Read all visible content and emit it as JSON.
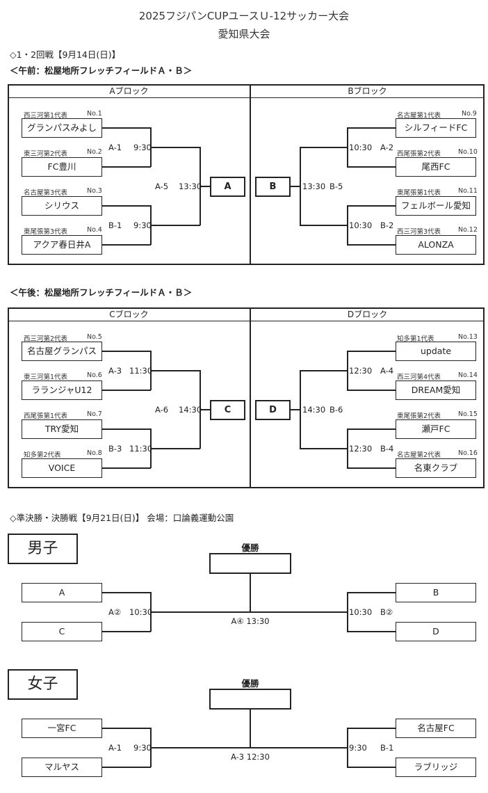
{
  "header": {
    "title": "2025フジパンCUPユースＵ-12サッカー大会",
    "subtitle": "愛知県大会"
  },
  "round1": {
    "heading": "◇1・2回戦【9月14日(日)】",
    "morning_venue": "＜午前：松屋地所フレッチフィールドＡ・Ｂ＞",
    "afternoon_venue": "＜午後：松屋地所フレッチフィールドＡ・Ｂ＞"
  },
  "blocks": {
    "A": {
      "label": "Aブロック",
      "teams": [
        {
          "rep": "西三河第1代表",
          "no": "No.1",
          "name": "グランパスみよし"
        },
        {
          "rep": "東三河第2代表",
          "no": "No.2",
          "name": "FC豊川"
        },
        {
          "rep": "名古屋第3代表",
          "no": "No.3",
          "name": "シリウス"
        },
        {
          "rep": "東尾張第3代表",
          "no": "No.4",
          "name": "アクア春日井A"
        }
      ],
      "m1": {
        "code": "A-1",
        "time": "9:30"
      },
      "m2": {
        "code": "B-1",
        "time": "9:30"
      },
      "final": {
        "code": "A-5",
        "time": "13:30"
      },
      "winner": "A"
    },
    "B": {
      "label": "Bブロック",
      "teams": [
        {
          "rep": "名古屋第1代表",
          "no": "No.9",
          "name": "シルフィードFC"
        },
        {
          "rep": "西尾張第2代表",
          "no": "No.10",
          "name": "尾西FC"
        },
        {
          "rep": "東尾張第1代表",
          "no": "No.11",
          "name": "フェルボール愛知"
        },
        {
          "rep": "西三河第3代表",
          "no": "No.12",
          "name": "ALONZA"
        }
      ],
      "m1": {
        "code": "A-2",
        "time": "10:30"
      },
      "m2": {
        "code": "B-2",
        "time": "10:30"
      },
      "final": {
        "code": "B-5",
        "time": "13:30"
      },
      "winner": "B"
    },
    "C": {
      "label": "Cブロック",
      "teams": [
        {
          "rep": "西三河第2代表",
          "no": "No.5",
          "name": "名古屋グランパス"
        },
        {
          "rep": "東三河第1代表",
          "no": "No.6",
          "name": "ラランジャU12"
        },
        {
          "rep": "西尾張第1代表",
          "no": "No.7",
          "name": "TRY愛知"
        },
        {
          "rep": "知多第2代表",
          "no": "No.8",
          "name": "VOICE"
        }
      ],
      "m1": {
        "code": "A-3",
        "time": "11:30"
      },
      "m2": {
        "code": "B-3",
        "time": "11:30"
      },
      "final": {
        "code": "A-6",
        "time": "14:30"
      },
      "winner": "C"
    },
    "D": {
      "label": "Dブロック",
      "teams": [
        {
          "rep": "知多第1代表",
          "no": "No.13",
          "name": "update"
        },
        {
          "rep": "西三河第4代表",
          "no": "No.14",
          "name": "DREAM愛知"
        },
        {
          "rep": "東尾張第2代表",
          "no": "No.15",
          "name": "瀬戸FC"
        },
        {
          "rep": "名古屋第2代表",
          "no": "No.16",
          "name": "名東クラブ"
        }
      ],
      "m1": {
        "code": "A-4",
        "time": "12:30"
      },
      "m2": {
        "code": "B-4",
        "time": "12:30"
      },
      "final": {
        "code": "B-6",
        "time": "14:30"
      },
      "winner": "D"
    }
  },
  "finals": {
    "heading": "◇準決勝・決勝戦【9月21日(日)】 会場：口論義運動公園",
    "boys": {
      "label": "男子",
      "winner_label": "優勝",
      "left": [
        "A",
        "C"
      ],
      "right": [
        "B",
        "D"
      ],
      "left_match": {
        "code": "A②",
        "time": "10:30"
      },
      "right_match": {
        "code": "B②",
        "time": "10:30"
      },
      "final_match": "A④ 13:30"
    },
    "girls": {
      "label": "女子",
      "winner_label": "優勝",
      "left": [
        "一宮FC",
        "マルヤス"
      ],
      "right": [
        "名古屋FC",
        "ラブリッジ"
      ],
      "left_match": {
        "code": "A-1",
        "time": "9:30"
      },
      "right_match": {
        "code": "B-1",
        "time": "9:30"
      },
      "final_match": "A-3 12:30"
    }
  }
}
